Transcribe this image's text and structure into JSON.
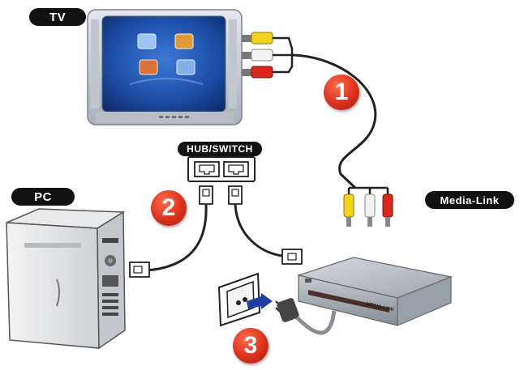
{
  "labels": {
    "tv": "TV",
    "pc": "PC",
    "hub": "HUB/SWITCH",
    "media_link": "Media-Link"
  },
  "device_text": {
    "media_link_logo": "MEDIA-LINK"
  },
  "steps": [
    "1",
    "2",
    "3"
  ],
  "colors": {
    "label_bg": "#111111",
    "step_red": "#d9321c",
    "rca_yellow": "#f2d21a",
    "rca_white": "#f2f2f2",
    "rca_red": "#d8261c",
    "screen_blue": "#1d4fa8",
    "cable": "#333333",
    "socket_arrow": "#1f3fa0"
  }
}
